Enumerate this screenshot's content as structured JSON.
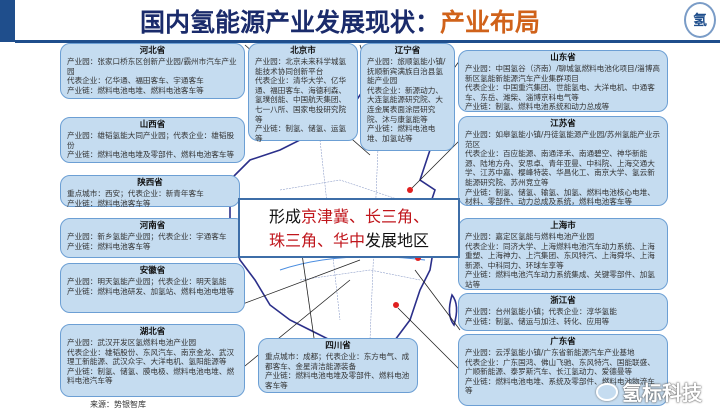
{
  "title": {
    "main": "国内氢能源产业发展现状：",
    "accent": "产业布局"
  },
  "logo": {
    "text": "氢"
  },
  "banner": {
    "prefix": "形成",
    "r1": "京津冀、长三角、",
    "r2": "珠三角、华中",
    "suffix": "发展地区"
  },
  "source": "来源：势银智库",
  "watermark": "氢标科技",
  "colors": {
    "navy": "#1a2b6b",
    "accent": "#d0621a",
    "box": "#c5dcf0",
    "red": "#c0161c"
  },
  "provinces": [
    {
      "name": "河北省",
      "lines": [
        "产业园：张家口桥东区创新产业园/霸州市汽车产业园",
        "代表企业：亿华通、福田客车、宇通客车",
        "产业链：燃料电池电堆、燃料电池客车等"
      ]
    },
    {
      "name": "山西省",
      "lines": [
        "产业园：雄韬氢能大同产业园；代表企业：雄韬股份",
        "产业链：燃料电池电堆及零部件、燃料电池客车等"
      ]
    },
    {
      "name": "陕西省",
      "lines": [
        "重点城市：西安；代表企业：新青年客车",
        "产业链：燃料电池客车等"
      ]
    },
    {
      "name": "河南省",
      "lines": [
        "产业园：新乡氢能产业园；代表企业：宇通客车",
        "产业链：燃料电池客车等"
      ]
    },
    {
      "name": "安徽省",
      "lines": [
        "产业园：明天氢能产业园；代表企业：明天氢能",
        "产业链：燃料电池研发、加氢站、燃料电池电堆等"
      ]
    },
    {
      "name": "湖北省",
      "lines": [
        "产业园：武汉开发区氢燃料电池产业园",
        "代表企业：雄韬股份、东风汽车、南京金龙、武汉理工新能源、武汉众宇、大洋电机、氢阳能源等",
        "产业链：制氢、储氢、膜电极、燃料电池电堆、燃料电池汽车等"
      ]
    },
    {
      "name": "北京市",
      "lines": [
        "产业园：北京未来科学城氢能技术协同创新平台",
        "代表企业：清华大学、亿华通、福田客车、海德利森、氢璞创能、中国航天集团、七一八所、国家电投研究院等",
        "产业链：制氢、储氢、运氢等"
      ]
    },
    {
      "name": "辽宁省",
      "lines": [
        "产业园：旅顺氢能小镇/抚顺新宾满族自治县氢能产业园",
        "代表企业：新源动力、大连氢能源研究院、大连金属表面涂层研究院、沐与康氢能等",
        "产业链：燃料电池电堆、加氢站等"
      ]
    },
    {
      "name": "山东省",
      "lines": [
        "产业园：中国氢谷（济南）/聊城氢燃料电池化项目/淄博高新区氢能新能源汽车产业集群项目",
        "代表企业：中国重汽集团、世能氢电、大洋电机、中通客车、东岳、潍柴、淄博京科电气等",
        "产业链：制氢、燃料电池系统和动力总成等"
      ]
    },
    {
      "name": "江苏省",
      "lines": [
        "产业园：如皋氢能小镇/丹徒氢能源产业园/苏州氢能产业示范区",
        "代表企业：百应能源、南通泽禾、南通碧空、神华新能源、陆地方舟、安思卓、青年亚曼、中科院、上海交通大学、江苏中嘉、樱峰特装、华昌化工、南京大学、氢云新能源研究院、苏州竞立等",
        "产业链：制氢、储氢、输氢、加氢、燃料电池核心电堆、材料、零部件、动力总成及系统，燃料电池客车等"
      ]
    },
    {
      "name": "上海市",
      "lines": [
        "产业园：嘉定区氢能与燃料电池产业园",
        "代表企业：同济大学、上海燃料电池汽车动力系统、上海重塑、上海神力、上汽集团、东风特汽、上海舜华、上海新源、中科同力、环球车享等",
        "产业链：燃料电池汽车动力系统集成、关键零部件、加氢站等"
      ]
    },
    {
      "name": "浙江省",
      "lines": [
        "产业园：台州氢能小镇；代表企业：淳华氢能",
        "产业链：制氢、储运与加注、转化、应用等"
      ]
    },
    {
      "name": "广东省",
      "lines": [
        "产业园：云浮氢能小镇/广东省新能源汽车产业基地",
        "代表企业：广东国鸿、佛山飞驰、东风特汽、国能联盛、广顺新能源、泰罗斯汽车、长江氢动力、爱德曼等",
        "产业链：燃料电池电堆、系统及零部件、燃料电池物流车等"
      ]
    },
    {
      "name": "四川省",
      "lines": [
        "重点城市：成都；代表企业：东方电气、成都客车、金星清洁能源装备",
        "产业链：燃料电池电堆及零部件、燃料电池客车等"
      ]
    }
  ]
}
